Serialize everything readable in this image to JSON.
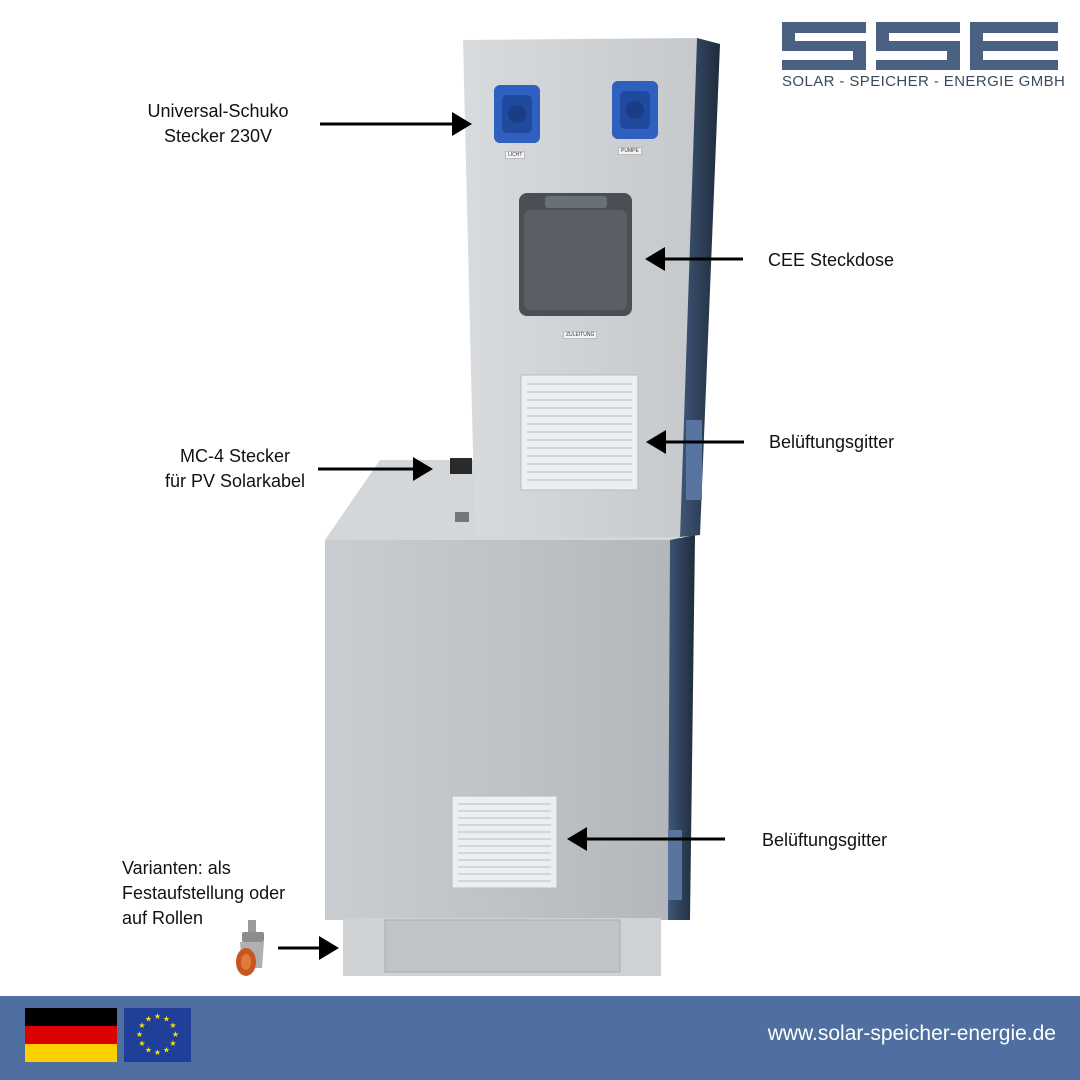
{
  "brand": {
    "logo_text": "SSE",
    "company": "SOLAR - SPEICHER - ENERGIE GMBH",
    "colors": {
      "logo": "#4a6181",
      "footer": "#4e6f9f"
    }
  },
  "callouts": {
    "schuko": "Universal-Schuko\nStecker 230V",
    "cee": "CEE Steckdose",
    "vent_top": "Belüftungsgitter",
    "mc4": "MC-4 Stecker\nfür PV Solarkabel",
    "vent_bottom": "Belüftungsgitter",
    "variants": "Varianten: als\nFestaufstellung oder\nauf Rollen"
  },
  "device_labels": {
    "socket_left": "LICHT",
    "socket_right": "PUMPE",
    "cee": "ZULEITUNG"
  },
  "footer": {
    "url": "www.solar-speicher-energie.de",
    "flags": [
      "germany-flag",
      "eu-flag"
    ]
  }
}
